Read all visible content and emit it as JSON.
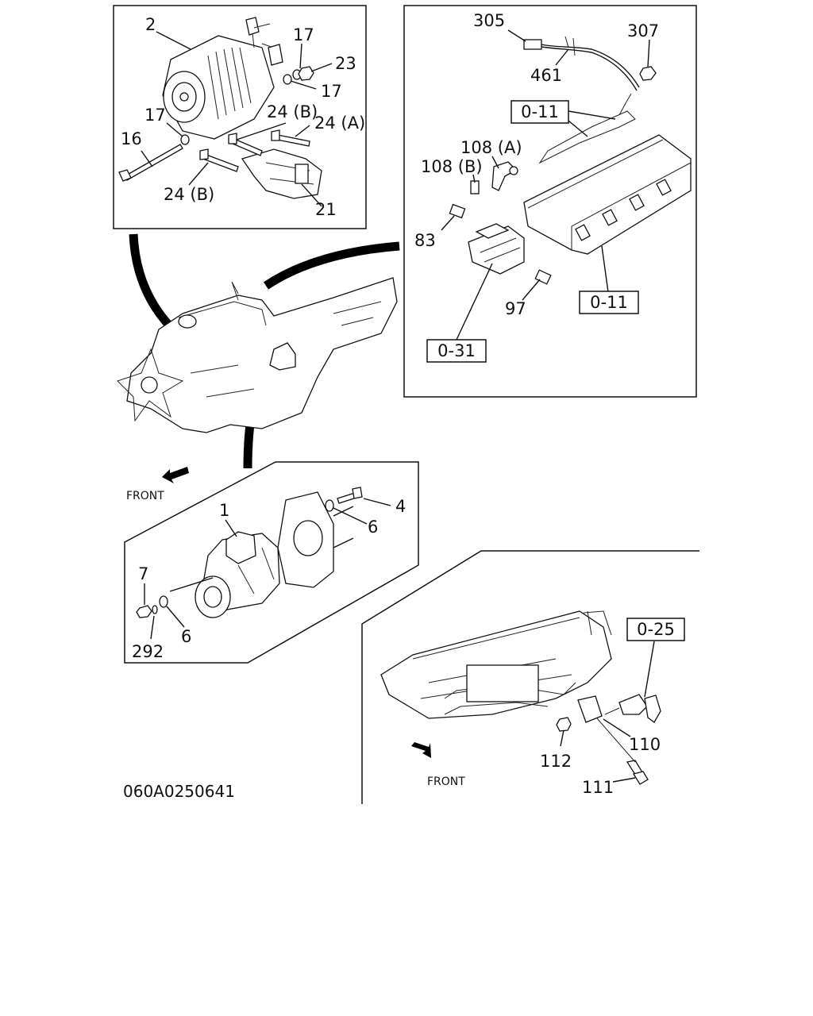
{
  "alternator_callouts": {
    "c2": "2",
    "c17a": "17",
    "c23": "23",
    "c17b": "17",
    "c17c": "17",
    "c24b_top": "24 (B)",
    "c24a": "24 (A)",
    "c16": "16",
    "c24b_bottom": "24 (B)",
    "c21": "21"
  },
  "sensor_callouts": {
    "c305": "305",
    "c307": "307",
    "c461": "461",
    "ref_011_top": "0-11",
    "c108a": "108 (A)",
    "c108b": "108 (B)",
    "c83": "83",
    "c97": "97",
    "ref_011_bottom": "0-11",
    "ref_031": "0-31"
  },
  "starter_callouts": {
    "front": "FRONT",
    "c1": "1",
    "c4": "4",
    "c6a": "6",
    "c7": "7",
    "c6b": "6",
    "c292": "292"
  },
  "frame_callouts": {
    "ref_025": "0-25",
    "c110": "110",
    "c112": "112",
    "c111": "111",
    "front": "FRONT"
  },
  "diagram_code": "060A0250641"
}
